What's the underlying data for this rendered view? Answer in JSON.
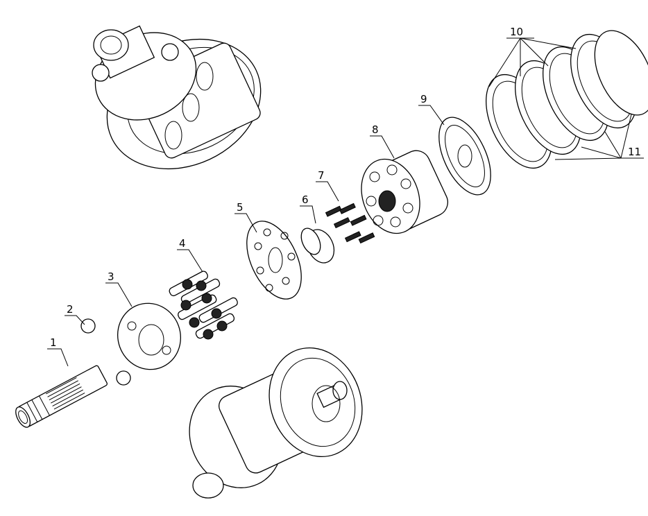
{
  "diagram": {
    "type": "exploded-parts-view",
    "callouts": [
      "1",
      "2",
      "3",
      "4",
      "5",
      "6",
      "7",
      "8",
      "9",
      "10",
      "11"
    ],
    "stroke_color": "#000000",
    "background": "#ffffff"
  }
}
